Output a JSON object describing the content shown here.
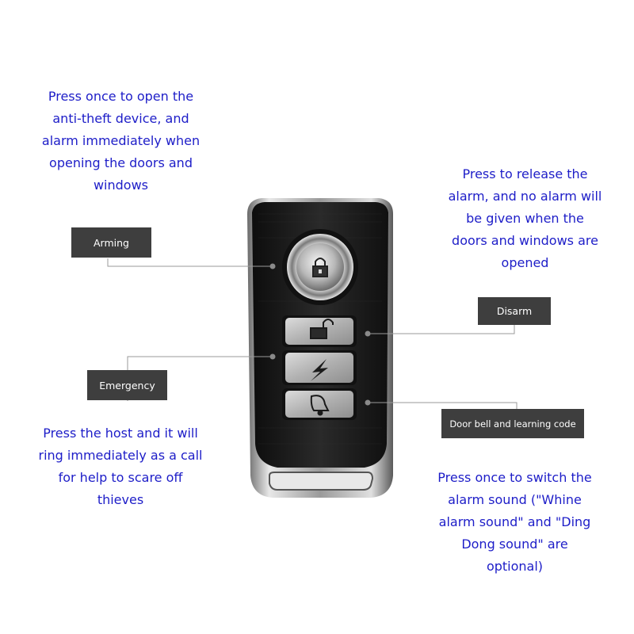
{
  "arming": {
    "label": "Arming",
    "description": [
      "Press once to open the",
      "anti-theft device, and",
      "alarm immediately when",
      "opening the doors and",
      "windows"
    ]
  },
  "disarm": {
    "label": "Disarm",
    "description": [
      "Press to release the",
      "alarm, and no alarm will",
      "be given when the",
      "doors and windows are",
      "opened"
    ]
  },
  "emergency": {
    "label": "Emergency",
    "description": [
      "Press the host and it will",
      "ring immediately as a call",
      "for help to scare off",
      "thieves"
    ]
  },
  "doorbell": {
    "label": "Door bell and learning code",
    "description": [
      "Press once to switch the",
      "alarm sound (\"Whine",
      "alarm sound\" and \"Ding",
      "Dong sound\" are",
      "optional)"
    ]
  },
  "colors": {
    "text": "#1d1dc8",
    "label_bg": "#3e3e3e",
    "label_text": "#ffffff",
    "device_body": "#1b1b1b",
    "button": "#bdbdbd"
  },
  "icons": [
    "lock-icon",
    "unlock-icon",
    "lightning-icon",
    "bell-icon"
  ]
}
